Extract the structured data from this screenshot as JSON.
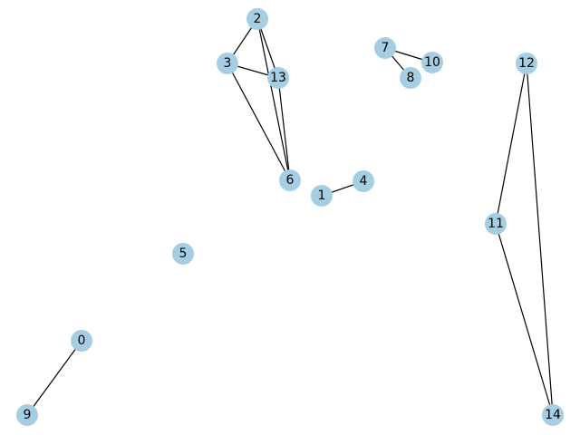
{
  "graph": {
    "node_color": "#a6cee3",
    "edge_color": "#000000",
    "nodes": [
      "0",
      "1",
      "2",
      "3",
      "4",
      "5",
      "6",
      "7",
      "8",
      "9",
      "10",
      "11",
      "12",
      "13",
      "14"
    ],
    "edges": [
      [
        "0",
        "9"
      ],
      [
        "2",
        "3"
      ],
      [
        "2",
        "13"
      ],
      [
        "2",
        "6"
      ],
      [
        "3",
        "13"
      ],
      [
        "3",
        "6"
      ],
      [
        "13",
        "6"
      ],
      [
        "7",
        "10"
      ],
      [
        "7",
        "8"
      ],
      [
        "1",
        "4"
      ],
      [
        "12",
        "11"
      ],
      [
        "12",
        "14"
      ],
      [
        "11",
        "14"
      ]
    ]
  }
}
